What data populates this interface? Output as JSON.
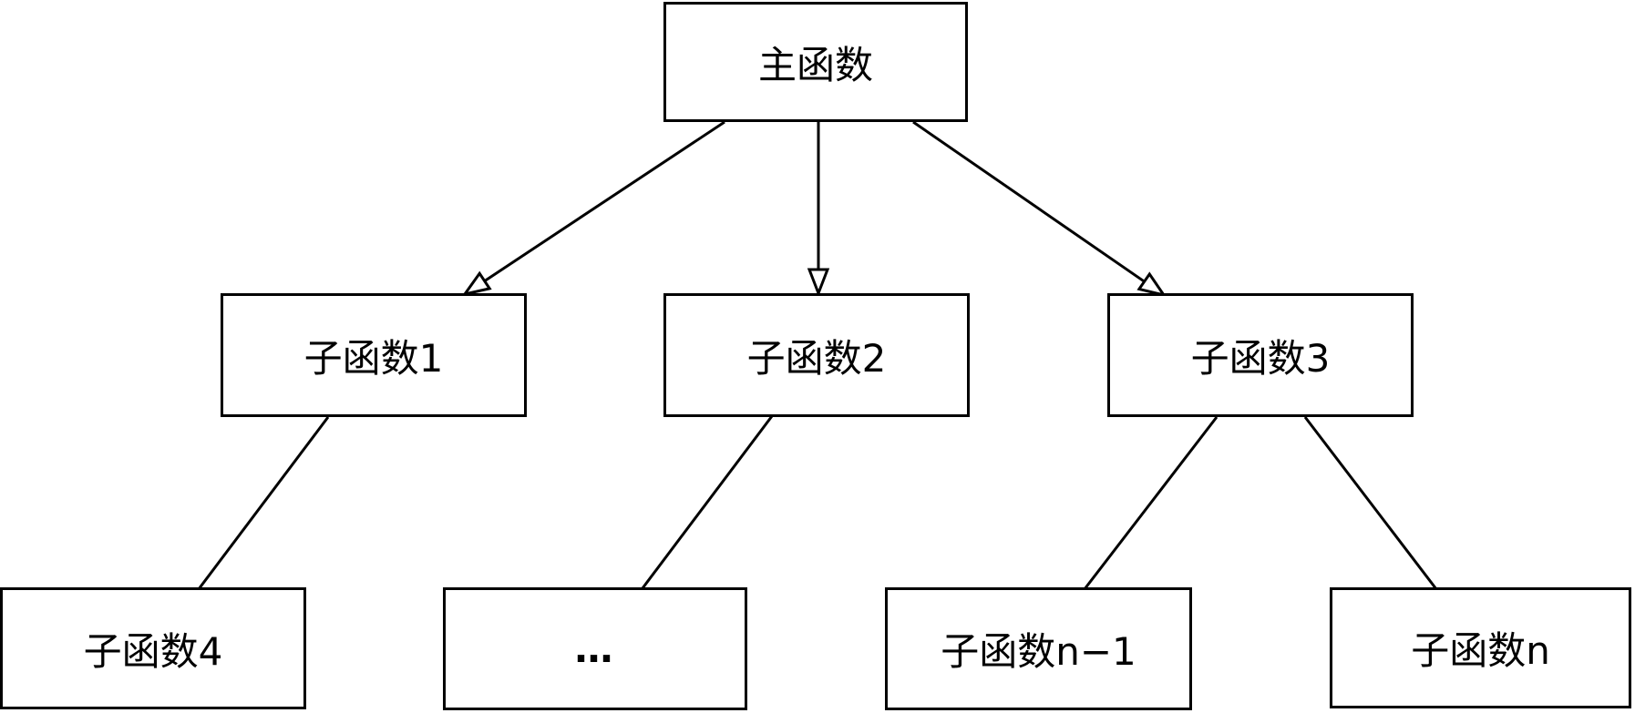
{
  "diagram": {
    "type": "tree-call-hierarchy",
    "background_color": "#ffffff",
    "node_fill": "#ffffff",
    "stroke_color": "#000000",
    "nodes": {
      "main": {
        "label": "主函数"
      },
      "sub1": {
        "label": "子函数1"
      },
      "sub2": {
        "label": "子函数2"
      },
      "sub3": {
        "label": "子函数3"
      },
      "sub4": {
        "label": "子函数4"
      },
      "ellipsis": {
        "label": "…"
      },
      "sub_n_minus_1": {
        "label": "子函数n−1"
      },
      "sub_n": {
        "label": "子函数n"
      }
    },
    "edges": [
      {
        "from": "main",
        "to": "sub1",
        "arrowhead": "hollow-triangle"
      },
      {
        "from": "main",
        "to": "sub2",
        "arrowhead": "hollow-triangle"
      },
      {
        "from": "main",
        "to": "sub3",
        "arrowhead": "hollow-triangle"
      },
      {
        "from": "sub1",
        "to": "sub4",
        "arrowhead": "none"
      },
      {
        "from": "sub2",
        "to": "ellipsis",
        "arrowhead": "none"
      },
      {
        "from": "sub3",
        "to": "sub_n_minus_1",
        "arrowhead": "none"
      },
      {
        "from": "sub3",
        "to": "sub_n",
        "arrowhead": "none"
      }
    ]
  }
}
